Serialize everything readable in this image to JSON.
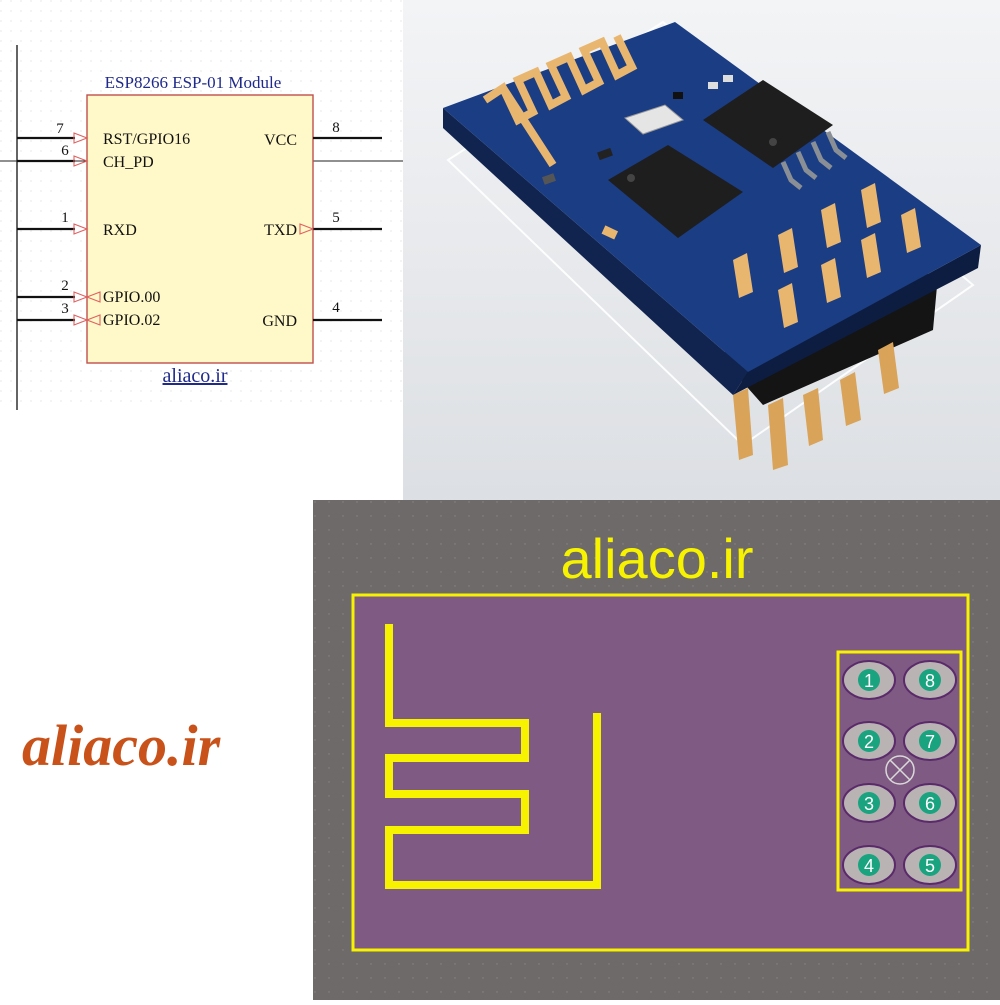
{
  "schematic": {
    "title": "ESP8266 ESP-01 Module",
    "watermark": "aliaco.ir",
    "left_pins": [
      {
        "number": "7",
        "label": "RST/GPIO16"
      },
      {
        "number": "6",
        "label": "CH_PD"
      },
      {
        "number": "1",
        "label": "RXD"
      },
      {
        "number": "2",
        "label": "GPIO.00"
      },
      {
        "number": "3",
        "label": "GPIO.02"
      }
    ],
    "right_pins": [
      {
        "number": "8",
        "label": "VCC"
      },
      {
        "number": "5",
        "label": "TXD"
      },
      {
        "number": "4",
        "label": "GND"
      }
    ]
  },
  "pcb": {
    "title": "aliaco.ir",
    "pads": [
      "1",
      "8",
      "2",
      "7",
      "3",
      "6",
      "4",
      "5"
    ]
  },
  "brand": {
    "text": "aliaco.ir"
  },
  "colors": {
    "schematic_body": "#fff8c8",
    "schematic_border": "#c0504d",
    "pcb_background": "#6e6a6a",
    "pcb_board": "#7f5a82",
    "pcb_silkscreen": "#f7f300",
    "pad_fill": "#b9b3b3",
    "pad_number": "#1aa37f",
    "brand_orange": "#c8521a",
    "board_blue": "#1b3d84",
    "gold": "#e8b66f"
  }
}
